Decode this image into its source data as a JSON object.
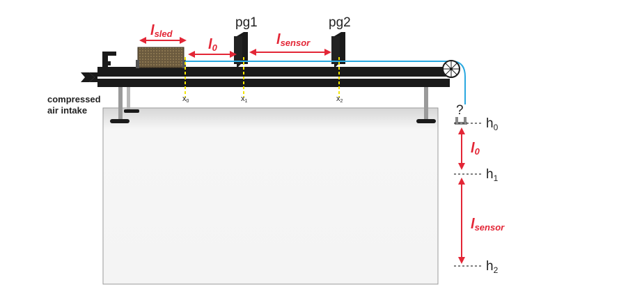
{
  "labels": {
    "l_sled_main": "l",
    "l_sled_sub": "sled",
    "l_0_main": "l",
    "l_0_sub": "0",
    "l_sensor_main": "l",
    "l_sensor_sub": "sensor",
    "pg1": "pg1",
    "pg2": "pg2",
    "x0_main": "x",
    "x0_sub": "0",
    "x1_main": "x",
    "x1_sub": "1",
    "x2_main": "x",
    "x2_sub": "2",
    "intake_line1": "compressed",
    "intake_line2": "air intake",
    "question": "?",
    "h0_main": "h",
    "h0_sub": "0",
    "h1_main": "h",
    "h1_sub": "1",
    "h2_main": "h",
    "h2_sub": "2",
    "right_l0_main": "l",
    "right_l0_sub": "0",
    "right_lsensor_main": "l",
    "right_lsensor_sub": "sensor"
  },
  "colors": {
    "red": "#e32636",
    "track": "#1a1a1a",
    "string": "#29a8e0",
    "sled": "#6b5a3e",
    "table": "#f3f3f3",
    "marker": "#f2e600"
  }
}
